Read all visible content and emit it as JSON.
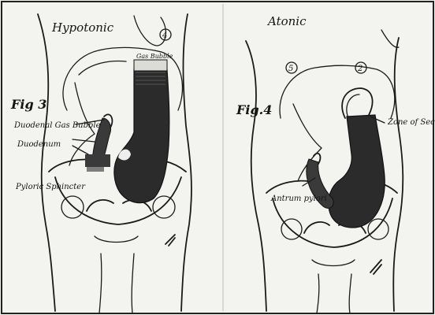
{
  "figure_left": {
    "condition": "Hypotonic",
    "figure_label": "Fig 3",
    "circled_number": "4",
    "gas_bubble": "Gas Bubble",
    "duodenal_gas_bubble": "Duodenal Gas Bubble",
    "duodenum": "Duodenum",
    "pyloric_sphincter": "Pyloric Sphincter"
  },
  "figure_right": {
    "condition": "Atonic",
    "figure_label": "Fig.4",
    "circled_number_left": "5",
    "circled_number_right": "2",
    "zone_of_secretion": "Zone of Secretion",
    "antrum_pylori": "Antrum pylori"
  },
  "colors": {
    "background": "#f3f3f0",
    "ink": "#1a1a1a",
    "stomach_dark": "#2b2b2b"
  }
}
